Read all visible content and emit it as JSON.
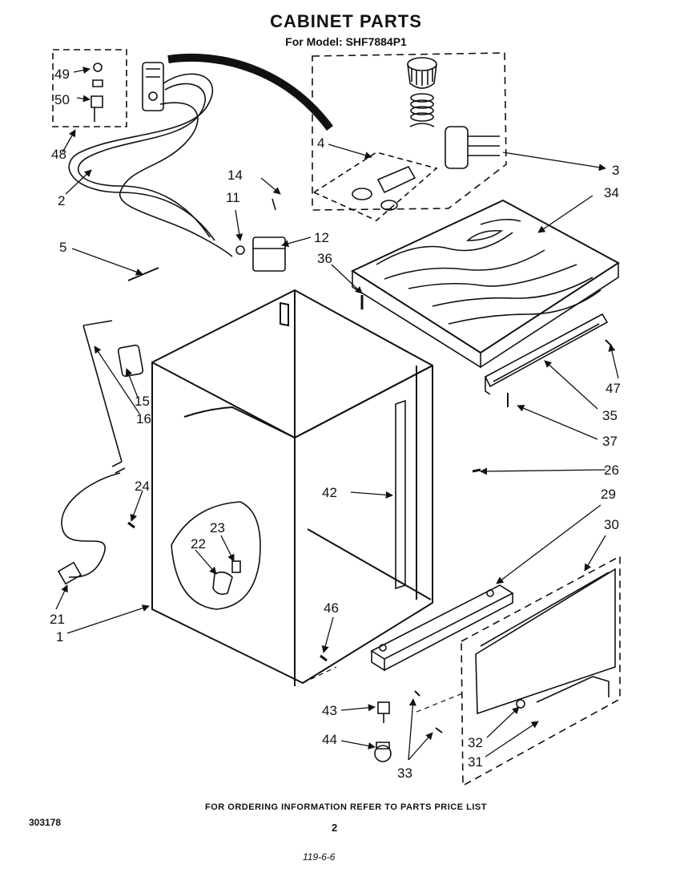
{
  "title": "CABINET PARTS",
  "subtitle": "For Model: SHF7884P1",
  "footer_note": "FOR ORDERING INFORMATION REFER TO PARTS PRICE LIST",
  "doc_number": "303178",
  "page_number": "2",
  "handwritten_note": "119-6-6",
  "callouts": {
    "c1": "1",
    "c2": "2",
    "c3": "3",
    "c4": "4",
    "c5": "5",
    "c11": "11",
    "c12": "12",
    "c14": "14",
    "c15": "15",
    "c16": "16",
    "c21": "21",
    "c22": "22",
    "c23": "23",
    "c24": "24",
    "c26": "26",
    "c29": "29",
    "c30": "30",
    "c31": "31",
    "c32": "32",
    "c33": "33",
    "c34": "34",
    "c35": "35",
    "c36": "36",
    "c37": "37",
    "c42": "42",
    "c43": "43",
    "c44": "44",
    "c46": "46",
    "c47": "47",
    "c48": "48",
    "c49": "49",
    "c50": "50"
  },
  "colors": {
    "ink": "#111111",
    "paper": "#ffffff"
  }
}
